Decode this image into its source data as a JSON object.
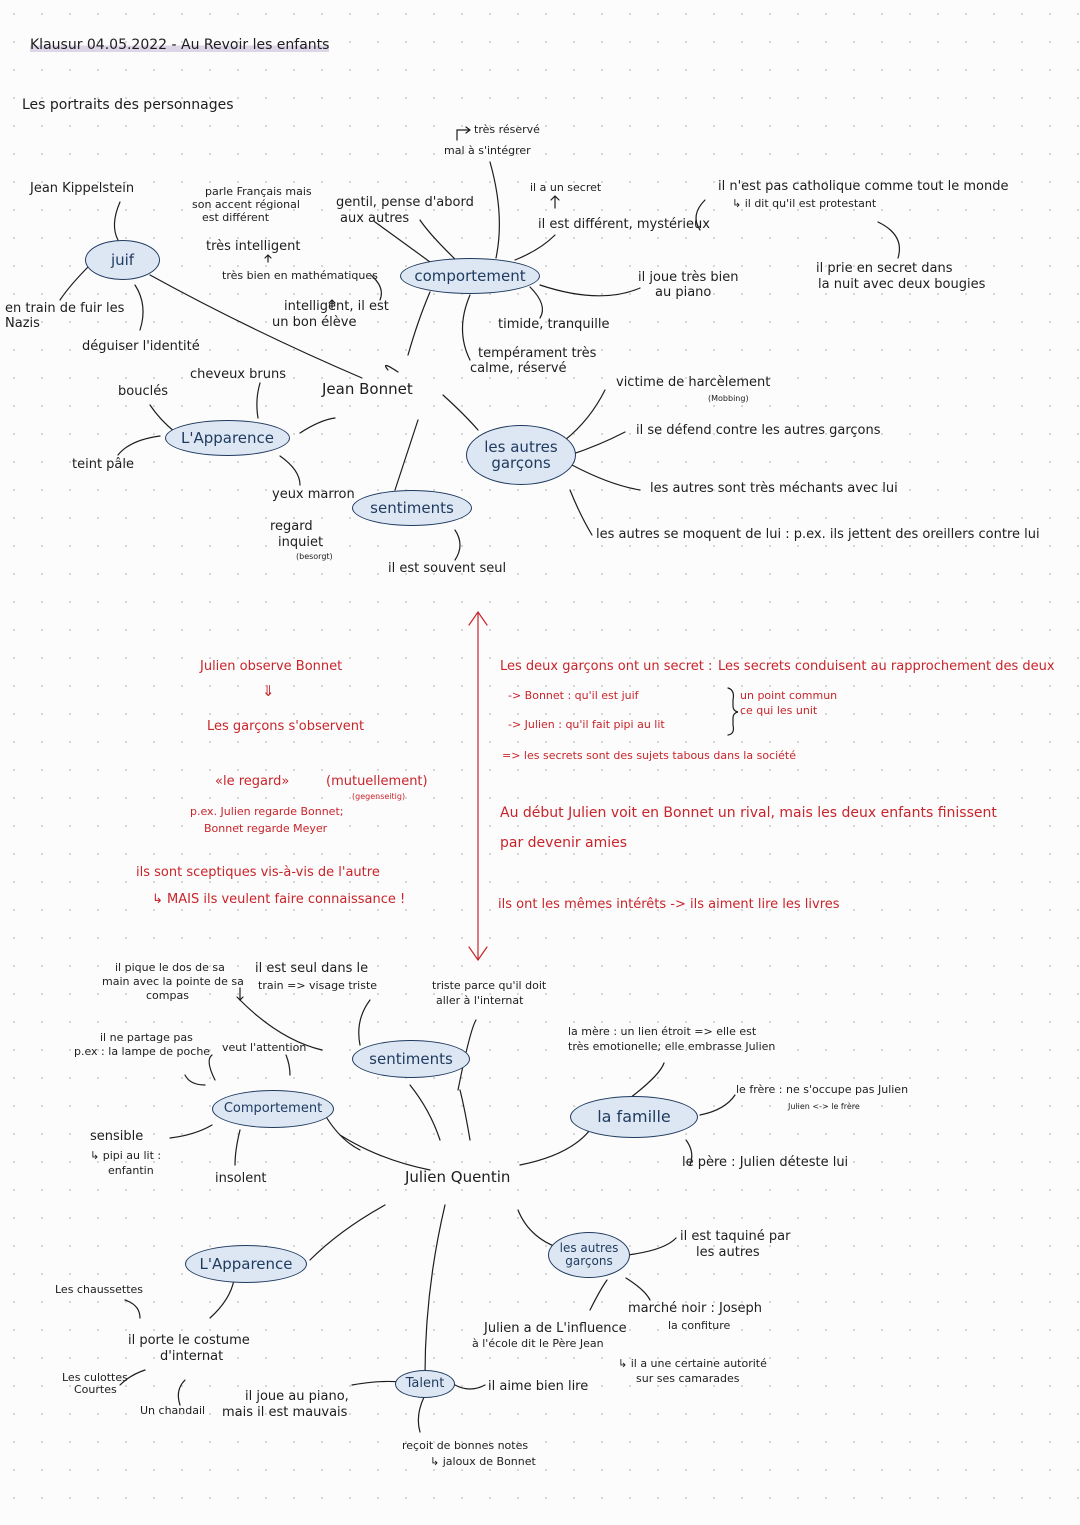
{
  "header": {
    "title": "Klausur 04.05.2022 - Au Revoir les enfants",
    "subtitle": "Les portraits des personnages"
  },
  "bonnet": {
    "name": "Jean Bonnet",
    "real_name": "Jean Kippelstein",
    "nodes": {
      "juif": "juif",
      "comportement": "comportement",
      "apparence": "L'Apparence",
      "sentiments": "sentiments",
      "autres": "les autres garçons"
    },
    "juif": {
      "fuite": [
        "en train de fuir les",
        "Nazis"
      ],
      "identite": "déguiser l'identité"
    },
    "comportement": {
      "accent": [
        "parle Français mais",
        "son accent régional",
        "est différent"
      ],
      "gentil": [
        "gentil, pense d'abord",
        "aux autres"
      ],
      "intelligent_1": "très intelligent",
      "maths": "très bien en mathématiques",
      "eleve": [
        "intelligent, il est",
        "un bon élève"
      ],
      "reserve": "très réservé",
      "integrer": "mal à s'intégrer",
      "secret": "il a un secret",
      "different": "il est différent, mystérieux",
      "catholique": [
        "il n'est pas catholique comme tout le monde",
        "↳ il dit qu'il est protestant"
      ],
      "piano": [
        "il joue très bien",
        "au piano"
      ],
      "prie": [
        "il prie en secret dans",
        "la nuit avec deux bougies"
      ],
      "timide": "timide, tranquille",
      "temperament": [
        "tempérament très",
        "calme, réservé"
      ]
    },
    "apparence": {
      "cheveux": "cheveux bruns",
      "boucles": "bouclés",
      "teint": "teint pâle",
      "yeux": "yeux marron",
      "regard": [
        "regard",
        "inquiet"
      ],
      "regard_de": "(besorgt)"
    },
    "sentiments": {
      "seul": "il est souvent seul"
    },
    "autres": {
      "victime": "victime de harcèlement",
      "mobbing": "(Mobbing)",
      "defend": "il se défend contre les autres garçons",
      "mechants": "les autres sont très méchants avec lui",
      "moquent": "les autres se moquent de lui : p.ex. ils jettent des oreillers contre lui"
    }
  },
  "middle": {
    "observe": "Julien observe Bonnet",
    "arrow_down": "⇓",
    "observent": "Les garçons s'observent",
    "regard": "«le regard»",
    "mutuellement": "(mutuellement)",
    "gegenseitig": "(gegenseitig)",
    "ex_1": "p.ex. Julien regarde Bonnet;",
    "ex_2": "Bonnet regarde Meyer",
    "sceptiques": "ils sont sceptiques vis-à-vis de l'autre",
    "mais": "↳ MAIS ils veulent faire connaissance !",
    "secrets_intro": "Les deux garçons ont un secret :",
    "secrets_lead": "Les secrets conduisent au rapprochement des deux",
    "bonnet_secret": "-> Bonnet : qu'il est juif",
    "julien_secret": "-> Julien : qu'il fait pipi au lit",
    "commun": [
      "un point commun",
      "ce qui les unit"
    ],
    "tabou": "=> les secrets sont des sujets tabous dans la société",
    "debut_1": "Au début Julien voit en Bonnet un rival, mais les deux enfants finissent",
    "debut_2": "par devenir amies",
    "interets": "ils ont les mêmes intérêts -> ils aiment lire les livres"
  },
  "julien": {
    "name": "Julien Quentin",
    "nodes": {
      "sentiments": "sentiments",
      "comportement": "Comportement",
      "famille": "la famille",
      "apparence": "L'Apparence",
      "talent": "Talent",
      "autres": "les autres garçons"
    },
    "sentiments": {
      "pique": [
        "il pique le dos de sa",
        "main avec la pointe de sa",
        "compas"
      ],
      "seul": [
        "il est seul dans le",
        "train => visage triste"
      ],
      "triste": [
        "triste parce qu'il doit",
        "aller à l'internat"
      ]
    },
    "comportement": {
      "partage": [
        "il ne partage pas",
        "p.ex : la lampe de poche"
      ],
      "attention": "veut l'attention",
      "sensible": "sensible",
      "pipi": [
        "↳ pipi au lit :",
        "enfantin"
      ],
      "insolent": "insolent"
    },
    "famille": {
      "mere": [
        "la mère : un lien étroit => elle est",
        "très emotionelle; elle embrasse Julien"
      ],
      "frere": [
        "le frère : ne s'occupe pas Julien",
        "Julien <-> le frère"
      ],
      "pere": "le père : Julien déteste lui"
    },
    "apparence": {
      "chaussettes": "Les chaussettes",
      "costume": [
        "il porte le costume",
        "d'internat"
      ],
      "culottes": [
        "Les culottes",
        "Courtes"
      ],
      "chandail": "Un chandail",
      "piano": [
        "il joue au piano,",
        "mais il est mauvais"
      ]
    },
    "talent": {
      "lire": "il aime bien lire",
      "notes": [
        "reçoit de bonnes notes",
        "↳ jaloux de Bonnet"
      ]
    },
    "autres": {
      "taquine": [
        "il est taquiné par",
        "les autres"
      ],
      "marche": [
        "marché noir : Joseph",
        "la confiture"
      ],
      "influence": [
        "Julien a de L'influence",
        "à l'école dit le Père Jean"
      ],
      "autorite": [
        "↳ il a une certaine autorité",
        "sur ses camarades"
      ]
    }
  }
}
